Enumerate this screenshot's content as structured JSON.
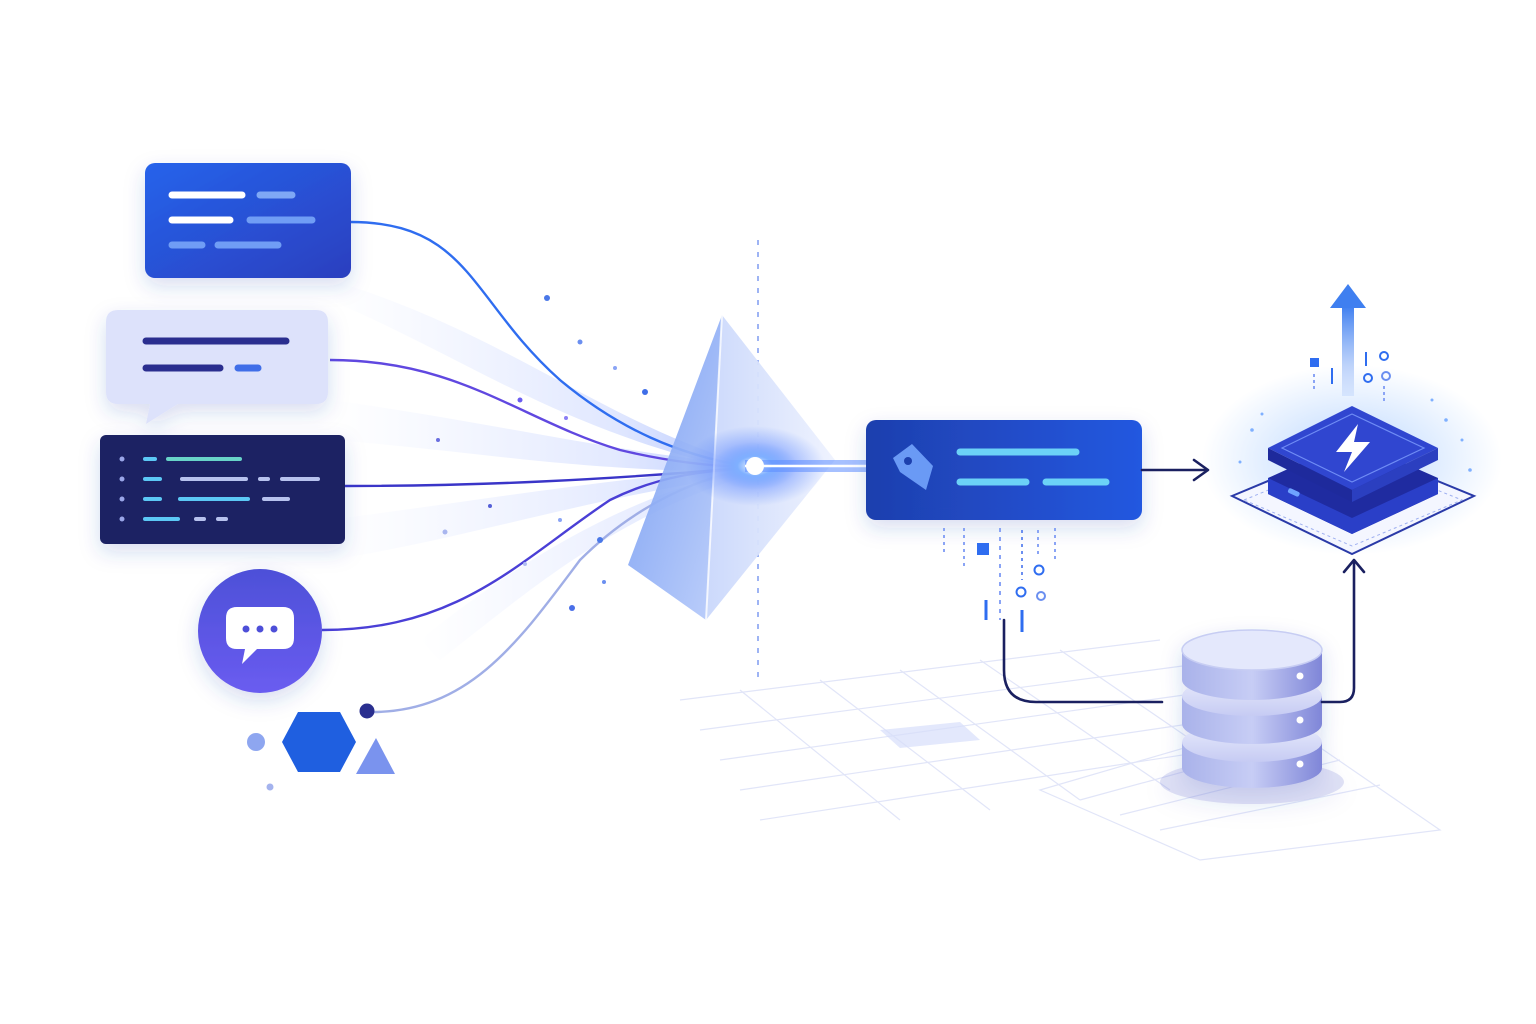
{
  "colors": {
    "background": "#ffffff",
    "primary_blue": "#1f5fe0",
    "deep_navy": "#1a2060",
    "violet": "#5a4fe0",
    "light_lavender": "#dfe3fb",
    "accent_cyan": "#5cc8f5",
    "glow": "#4d8bff"
  },
  "icons": {
    "source_document": "document-card-icon",
    "source_message": "message-bubble-icon",
    "source_code": "code-terminal-icon",
    "source_chat": "chat-bubble-icon",
    "source_shapes": "geometric-shapes-icon",
    "processor": "prism-icon",
    "tagged_output": "tag-icon",
    "database": "database-icon",
    "compute": "lightning-chip-icon",
    "upload": "up-arrow-icon"
  },
  "sources": [
    {
      "kind": "document"
    },
    {
      "kind": "message"
    },
    {
      "kind": "code"
    },
    {
      "kind": "chat"
    },
    {
      "kind": "shapes"
    }
  ],
  "processor": {
    "kind": "prism"
  },
  "output": {
    "kind": "tagged-record"
  },
  "storage": {
    "kind": "database",
    "layers": 3
  },
  "compute": {
    "kind": "server-chip"
  }
}
